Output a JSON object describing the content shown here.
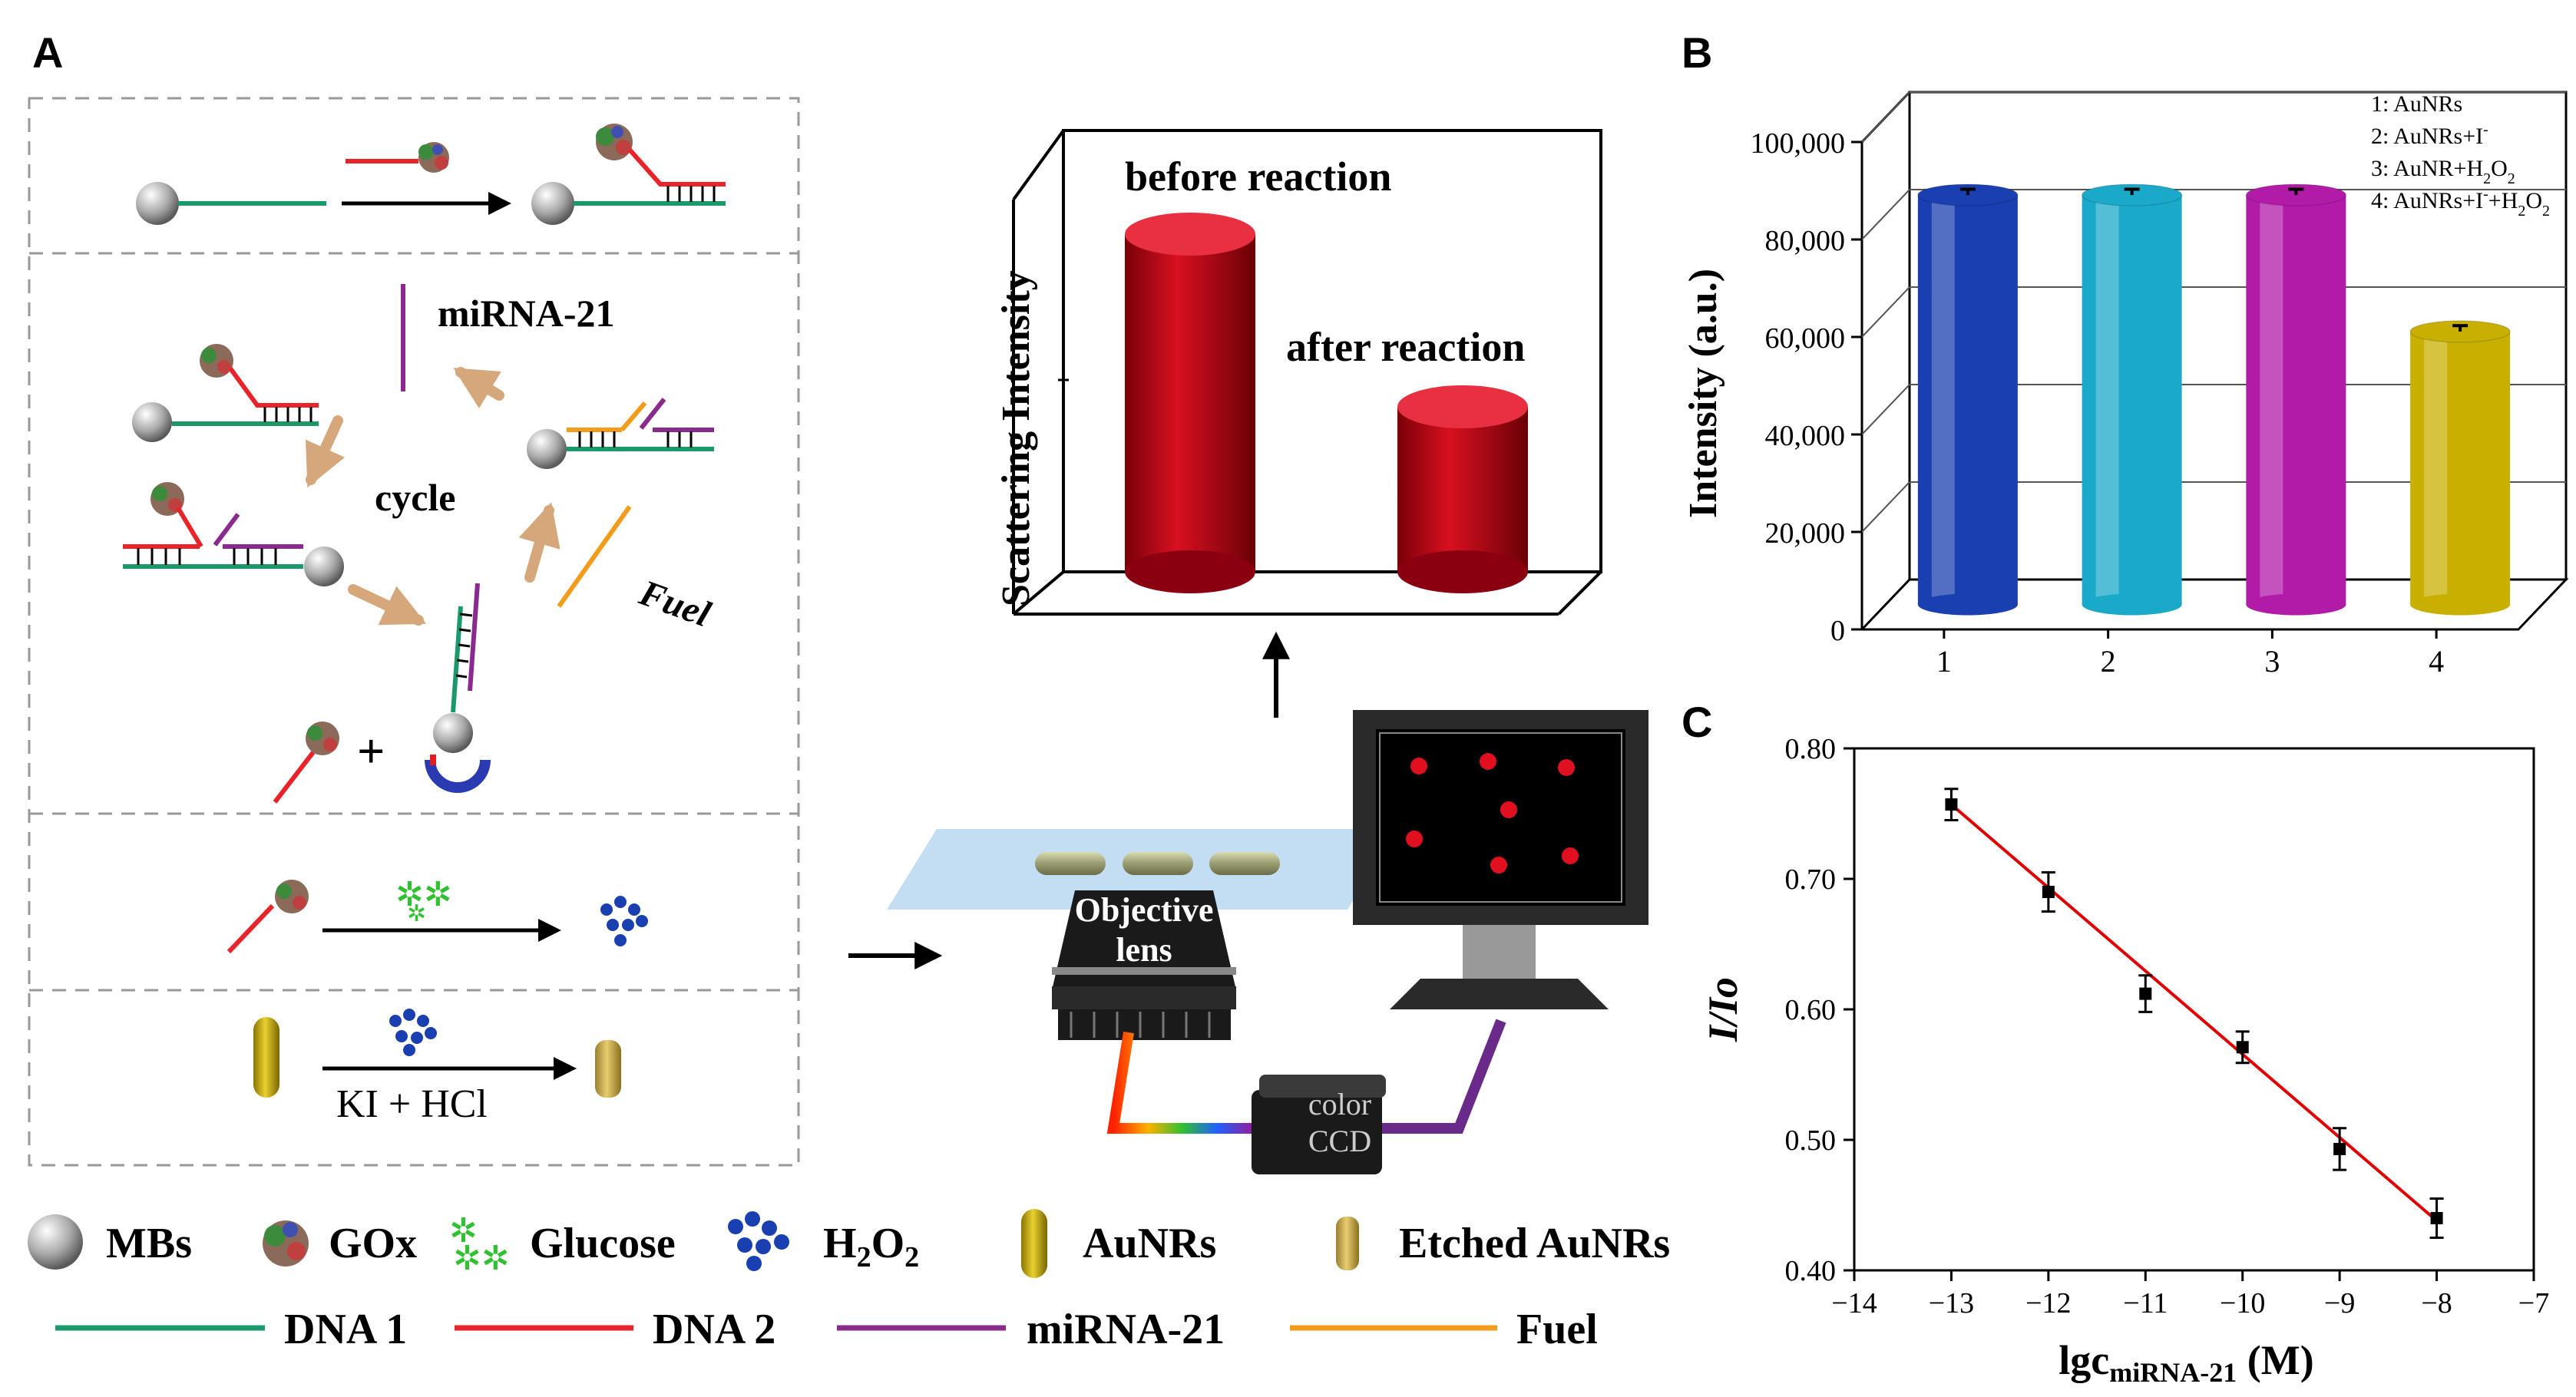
{
  "panels": {
    "a": {
      "letter": "A",
      "scheme_labels": {
        "mirna": "miRNA-21",
        "cycle": "cycle",
        "fuel": "Fuel",
        "reagent": "KI + HCl"
      },
      "microscope": {
        "lens_line1": "Objective",
        "lens_line2": "lens",
        "camera_line1": "color",
        "camera_line2": "CCD"
      },
      "inset": {
        "ylabel": "Scattering Intensity",
        "before": "before reaction",
        "after": "after reaction"
      }
    },
    "b": {
      "letter": "B"
    },
    "c": {
      "letter": "C"
    }
  },
  "legend": {
    "row1": [
      {
        "icon": "mb-bead-icon",
        "label": "MBs"
      },
      {
        "icon": "gox-enzyme-icon",
        "label": "GOx"
      },
      {
        "icon": "glucose-icon",
        "label": "Glucose"
      },
      {
        "icon": "h2o2-icon",
        "label": "H",
        "sub": "2",
        "mid": "O",
        "sub2": "2"
      },
      {
        "icon": "aunr-icon",
        "label": "AuNRs"
      },
      {
        "icon": "etched-aunr-icon",
        "label": "Etched AuNRs"
      }
    ],
    "row2": [
      {
        "label": "DNA 1",
        "color": "#1a9a6a"
      },
      {
        "label": "DNA 2",
        "color": "#e8242a"
      },
      {
        "label": "miRNA-21",
        "color": "#8b2a8e"
      },
      {
        "label": "Fuel",
        "color": "#f39c1b"
      }
    ]
  },
  "colors": {
    "dna1": "#1a9a6a",
    "dna2": "#e8242a",
    "mirna": "#8b2a8e",
    "fuel": "#f39c1b",
    "arrow": "#d6a77a",
    "bar_red": "#c8101a"
  },
  "chart_data": [
    {
      "type": "bar",
      "panel": "B",
      "categories": [
        "1",
        "2",
        "3",
        "4"
      ],
      "values": [
        84000,
        84000,
        84000,
        56000
      ],
      "errors": [
        1200,
        1200,
        1200,
        1200
      ],
      "colors": [
        "#1a3fb0",
        "#1ba9c9",
        "#b21aa8",
        "#c9b000"
      ],
      "ylabel": "Intensity (a.u.)",
      "yticks": [
        "0",
        "20,000",
        "40,000",
        "60,000",
        "80,000",
        "100,000"
      ],
      "ylim": [
        0,
        100000
      ],
      "legend": [
        {
          "text": "1: AuNRs"
        },
        {
          "text": "2: AuNRs+I",
          "sup": "-"
        },
        {
          "text": "3: AuNR+H",
          "sub": "2",
          "after": "O",
          "sub2": "2"
        },
        {
          "text": "4: AuNRs+I",
          "sup": "-",
          "after": "+H",
          "sub": "2",
          "after2": "O",
          "sub2": "2"
        }
      ],
      "grid": true
    },
    {
      "type": "scatter",
      "panel": "C",
      "x": [
        -13,
        -12,
        -11,
        -10,
        -9,
        -8
      ],
      "y": [
        0.757,
        0.69,
        0.612,
        0.571,
        0.493,
        0.44
      ],
      "yerr": [
        0.012,
        0.015,
        0.014,
        0.012,
        0.016,
        0.015
      ],
      "fit": {
        "x": [
          -13,
          -8
        ],
        "y": [
          0.757,
          0.438
        ],
        "color": "#e00000"
      },
      "xticks": [
        "−14",
        "−13",
        "−12",
        "−11",
        "−10",
        "−9",
        "−8",
        "−7"
      ],
      "yticks": [
        "0.40",
        "0.50",
        "0.60",
        "0.70",
        "0.80"
      ],
      "xlim": [
        -14,
        -7
      ],
      "ylim": [
        0.4,
        0.8
      ],
      "ylabel": "I/Io",
      "xlabel_main": "lgc",
      "xlabel_sub": "miRNA-21",
      "xlabel_unit": " (M)"
    }
  ]
}
